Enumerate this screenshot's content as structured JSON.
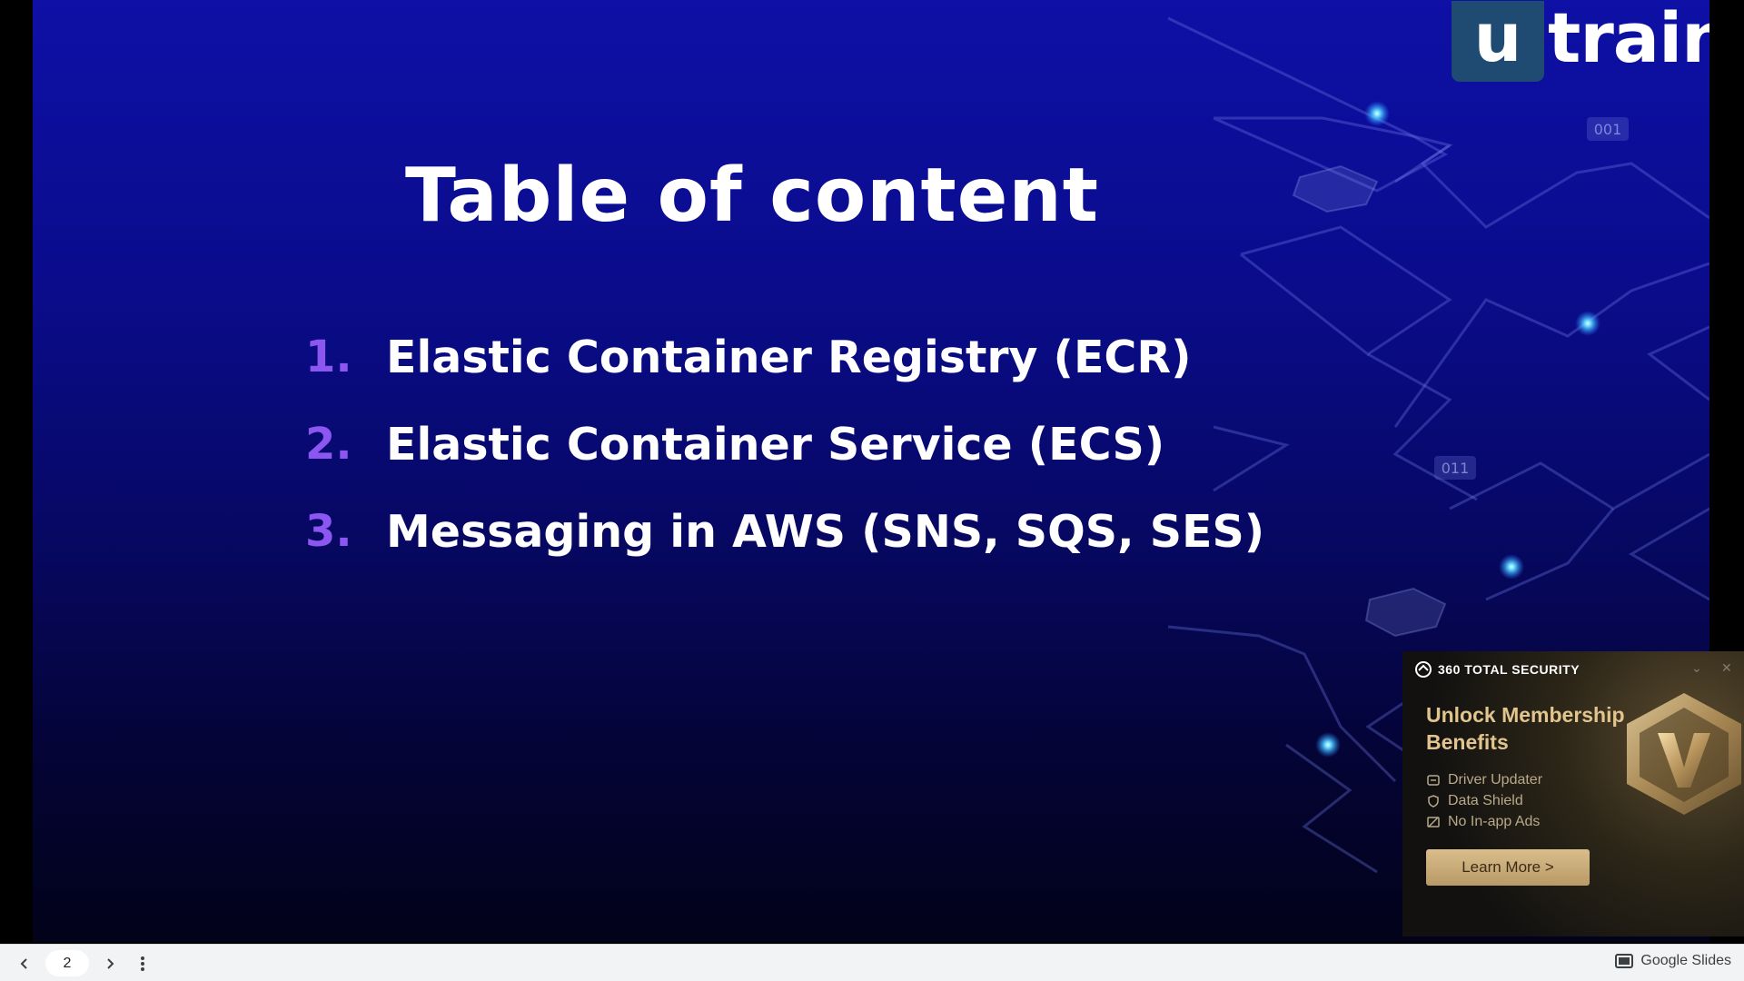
{
  "slide": {
    "logo": {
      "box_letter": "u",
      "rest": "train"
    },
    "title": "Table of content",
    "items": [
      {
        "number": "1.",
        "text": "Elastic Container Registry (ECR)"
      },
      {
        "number": "2.",
        "text": "Elastic Container Service (ECS)"
      },
      {
        "number": "3.",
        "text": "Messaging in AWS (SNS, SQS, SES)"
      }
    ],
    "tags": [
      "001",
      "011"
    ],
    "colors": {
      "accent_number": "#8b57f0",
      "background_top": "#0e10a6",
      "background_bottom": "#020219",
      "logo_box": "#1f4a72"
    }
  },
  "ad": {
    "brand": "360 TOTAL SECURITY",
    "headline": "Unlock Membership Benefits",
    "features": [
      {
        "icon": "driver-icon",
        "label": "Driver Updater"
      },
      {
        "icon": "shield-icon",
        "label": "Data Shield"
      },
      {
        "icon": "no-ads-icon",
        "label": "No In-app Ads"
      }
    ],
    "cta": "Learn More >",
    "collapse_icon": "chevron-down-icon",
    "close_icon": "close-icon"
  },
  "toolbar": {
    "page_number": "2",
    "brand_label": "Google Slides",
    "prev_icon": "chevron-left-icon",
    "next_icon": "chevron-right-icon",
    "menu_icon": "more-vert-icon",
    "brand_icon": "slides-icon"
  }
}
